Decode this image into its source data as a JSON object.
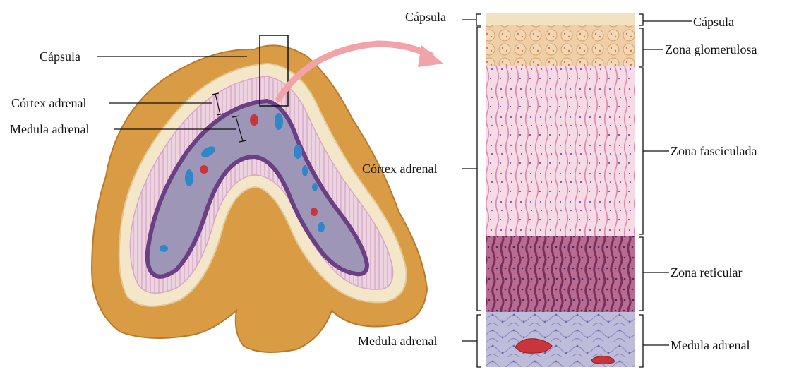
{
  "labels": {
    "left_capsule": "Cápsula",
    "left_cortex": "Córtex adrenal",
    "left_medulla": "Medula adrenal",
    "mid_capsule": "Cápsula",
    "mid_cortex": "Córtex adrenal",
    "mid_medulla": "Medula adrenal",
    "right_capsule": "Cápsula",
    "right_glomerulosa": "Zona glomerulosa",
    "right_fasciculata": "Zona fasciculada",
    "right_reticular": "Zona reticular",
    "right_medulla": "Medula adrenal"
  },
  "colors": {
    "fat": "#d9a04a",
    "capsule": "#f3e6c8",
    "cortex": "#ecc7d8",
    "medulla": "#9a93b3",
    "medulla_border": "#6a3f83",
    "vessel_red": "#c8353a",
    "vessel_blue": "#2f86c8",
    "arrow": "#f2a3a8",
    "glomerulosa": "#efc9a0",
    "fasciculata": "#f3d3e0",
    "reticular": "#a8567f",
    "medulla_tissue": "#b8b6d8"
  }
}
